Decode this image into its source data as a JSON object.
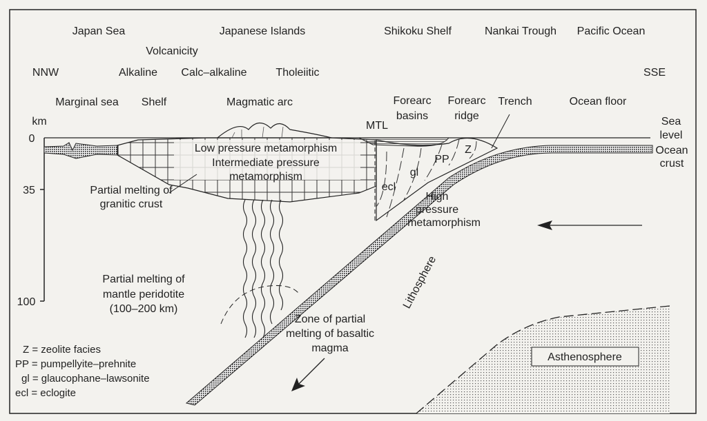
{
  "top_regions": [
    "Japan Sea",
    "Japanese Islands",
    "Shikoku Shelf",
    "Nankai Trough",
    "Pacific Ocean"
  ],
  "volcanicity": {
    "title": "Volcanicity",
    "types": [
      "Alkaline",
      "Calc–alkaline",
      "Tholeiitic"
    ]
  },
  "directions": {
    "left": "NNW",
    "right": "SSE"
  },
  "zones": {
    "marginal_sea": "Marginal sea",
    "shelf": "Shelf",
    "magmatic_arc": "Magmatic arc",
    "forearc_basins": [
      "Forearc",
      "basins"
    ],
    "forearc_ridge": [
      "Forearc",
      "ridge"
    ],
    "trench": "Trench",
    "ocean_floor": "Ocean floor",
    "mtl": "MTL",
    "sea_level": [
      "Sea",
      "level"
    ],
    "ocean_crust": [
      "Ocean",
      "crust"
    ]
  },
  "depth_axis": {
    "unit": "km",
    "ticks": [
      "0",
      "35",
      "100"
    ]
  },
  "inner_labels": {
    "low_p": "Low pressure metamorphism",
    "int_p": [
      "Intermediate pressure",
      "metamorphism"
    ],
    "granitic": [
      "Partial melting of",
      "granitic crust"
    ],
    "high_p": [
      "High",
      "pressure",
      "metamorphism"
    ],
    "facies": {
      "z": "Z",
      "pp": "PP",
      "gl": "gl",
      "ecl": "ecl"
    },
    "peridotite": [
      "Partial melting of",
      "mantle peridotite",
      "(100–200 km)"
    ],
    "basaltic": [
      "Zone of partial",
      "melting of basaltic",
      "magma"
    ],
    "lithosphere": "Lithosphere",
    "asthenosphere": "Asthenosphere"
  },
  "legend": [
    "Z = zeolite facies",
    "PP = pumpellyite–prehnite",
    "gl = glaucophane–lawsonite",
    "ecl = eclogite"
  ]
}
